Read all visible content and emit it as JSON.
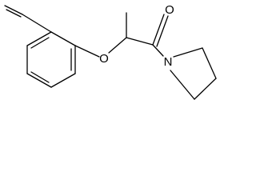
{
  "molecule": {
    "atoms": {
      "ether_oxygen": "O",
      "carbonyl_oxygen": "O",
      "amide_nitrogen": "N"
    },
    "colors": {
      "bond": "#000000",
      "label": "#000000",
      "background": "#ffffff"
    }
  }
}
